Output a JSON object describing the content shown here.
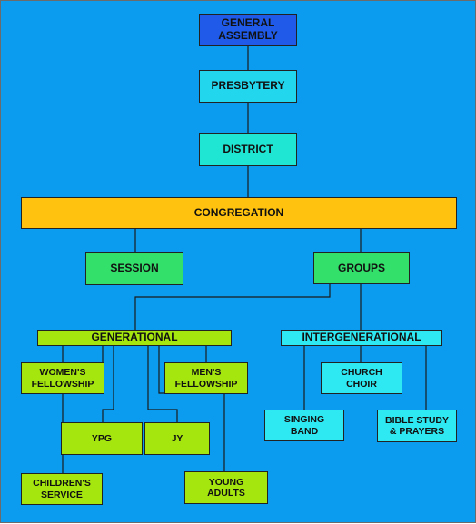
{
  "colors": {
    "background": "#0b9cf0",
    "top": "#1f5be8",
    "cyan": "#22d6ee",
    "aqua": "#1fe6d2",
    "congregation": "#ffc20e",
    "green": "#33e06a",
    "lime": "#a6e60f",
    "lightcyan": "#2ee8f2",
    "line": "#1a1a1a"
  },
  "nodes": {
    "general_assembly": "GENERAL\nASSEMBLY",
    "presbytery": "PRESBYTERY",
    "district": "DISTRICT",
    "congregation": "CONGREGATION",
    "session": "SESSION",
    "groups": "GROUPS",
    "generational": "GENERATIONAL",
    "intergenerational": "INTERGENERATIONAL",
    "womens_fellowship": "WOMEN'S\nFELLOWSHIP",
    "mens_fellowship": "MEN'S\nFELLOWSHIP",
    "ypg": "YPG",
    "jy": "JY",
    "childrens_service": "CHILDREN'S\nSERVICE",
    "young_adults": "YOUNG\nADULTS",
    "church_choir": "CHURCH\nCHOIR",
    "singing_band": "SINGING\nBAND",
    "bible_study": "BIBLE STUDY\n& PRAYERS"
  }
}
